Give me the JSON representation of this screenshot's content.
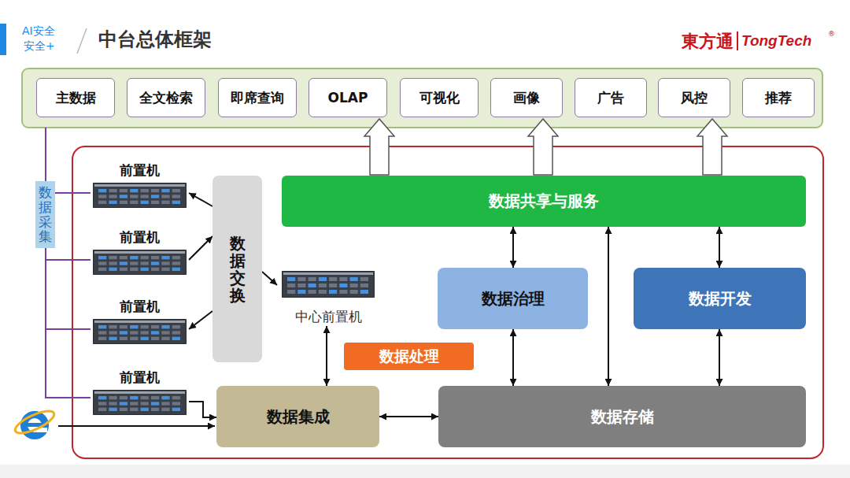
{
  "diagram": {
    "title": "中台总体框架",
    "nodes": [
      {
        "text": [
          "主数据"
        ]
      },
      {
        "text": [
          "全文检索"
        ]
      },
      {
        "text": [
          "即席查询"
        ]
      },
      {
        "text": [
          "OLAP"
        ]
      },
      {
        "text": [
          "可视化"
        ]
      },
      {
        "text": [
          "画像"
        ]
      },
      {
        "text": [
          "广告"
        ]
      },
      {
        "text": [
          "风控"
        ]
      },
      {
        "text": [
          "推荐"
        ]
      },
      {
        "text": [
          "数据采集"
        ]
      },
      {
        "text": [
          "前置机"
        ]
      },
      {
        "text": [
          "前置机"
        ]
      },
      {
        "text": [
          "前置机"
        ]
      },
      {
        "text": [
          "前置机"
        ]
      },
      {
        "text": [
          "数据交换"
        ]
      },
      {
        "text": [
          "中心前置机"
        ]
      },
      {
        "text": [
          "数据共享与服务"
        ]
      },
      {
        "text": [
          "数据治理"
        ]
      },
      {
        "text": [
          "数据开发"
        ]
      },
      {
        "text": [
          "数据处理"
        ]
      },
      {
        "text": [
          "数据集成"
        ]
      },
      {
        "text": [
          "数据存储"
        ]
      }
    ],
    "edges": [
      {
        "from": 14,
        "to": 10,
        "arrow": "to"
      },
      {
        "from": 11,
        "to": 14,
        "arrow": "to"
      },
      {
        "from": 14,
        "to": 12,
        "arrow": "to"
      },
      {
        "from": 14,
        "to": 15,
        "arrow": "to"
      },
      {
        "from": 15,
        "to": 20,
        "arrow": "both"
      },
      {
        "from": 13,
        "to": 20,
        "arrow": "to"
      },
      {
        "from": 20,
        "to": 21,
        "arrow": "both"
      },
      {
        "from": 16,
        "to": 17,
        "arrow": "both"
      },
      {
        "from": 17,
        "to": 21,
        "arrow": "both"
      },
      {
        "from": 16,
        "to": 21,
        "arrow": "both"
      },
      {
        "from": 16,
        "to": 18,
        "arrow": "both"
      },
      {
        "from": 18,
        "to": 21,
        "arrow": "both"
      },
      {
        "from": 16,
        "to": 3,
        "arrow": "to"
      },
      {
        "from": 16,
        "to": 5,
        "arrow": "to"
      },
      {
        "from": 16,
        "to": 7,
        "arrow": "to"
      },
      {
        "from": 9,
        "to": 10,
        "arrow": "none"
      },
      {
        "from": 9,
        "to": 11,
        "arrow": "none"
      },
      {
        "from": 9,
        "to": 12,
        "arrow": "none"
      },
      {
        "from": 9,
        "to": 13,
        "arrow": "none"
      }
    ],
    "labels": [
      "AI安全",
      "安全+",
      "東方通",
      "TongTech",
      "®"
    ]
  }
}
